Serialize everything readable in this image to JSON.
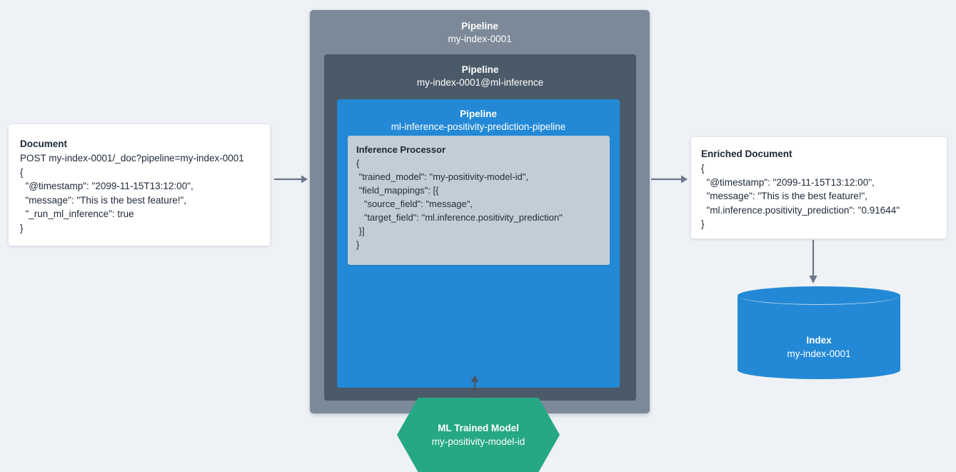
{
  "document_card": {
    "title": "Document",
    "lines": [
      "POST my-index-0001/_doc?pipeline=my-index-0001",
      "{",
      "  \"@timestamp\": \"2099-11-15T13:12:00\",",
      "  \"message\": \"This is the best feature!\",",
      "  \"_run_ml_inference\": true",
      "}"
    ]
  },
  "pipeline_outer": {
    "label": "Pipeline",
    "name": "my-index-0001",
    "color": "#7c8999"
  },
  "pipeline_middle": {
    "label": "Pipeline",
    "name": "my-index-0001@ml-inference",
    "color": "#4b5a68"
  },
  "pipeline_inner": {
    "label": "Pipeline",
    "name": "ml-inference-positivity-prediction-pipeline",
    "color": "#2389d6"
  },
  "inference_processor": {
    "title": "Inference Processor",
    "color": "#c3cdd6",
    "lines": [
      "{",
      " \"trained_model\": \"my-positivity-model-id\",",
      " \"field_mappings\": [{",
      "   \"source_field\": \"message\",",
      "   \"target_field\": \"ml.inference.positivity_prediction\"",
      " }]",
      "}"
    ]
  },
  "ml_model": {
    "title": "ML Trained Model",
    "name": "my-positivity-model-id",
    "color": "#26a884"
  },
  "enriched_card": {
    "title": "Enriched Document",
    "lines": [
      "{",
      "  \"@timestamp\": \"2099-11-15T13:12:00\",",
      "  \"message\": \"This is the best feature!\",",
      "  \"ml.inference.positivity_prediction\": \"0.91644\"",
      "}"
    ]
  },
  "index": {
    "title": "Index",
    "name": "my-index-0001",
    "color": "#2389d6"
  },
  "arrows": {
    "color": "#6a7789",
    "doc_to_pipeline": "arrow-right",
    "pipeline_to_enriched": "arrow-right",
    "enriched_to_index": "arrow-down",
    "model_to_processor": "arrow-up"
  },
  "background_color": "#eef1f5"
}
